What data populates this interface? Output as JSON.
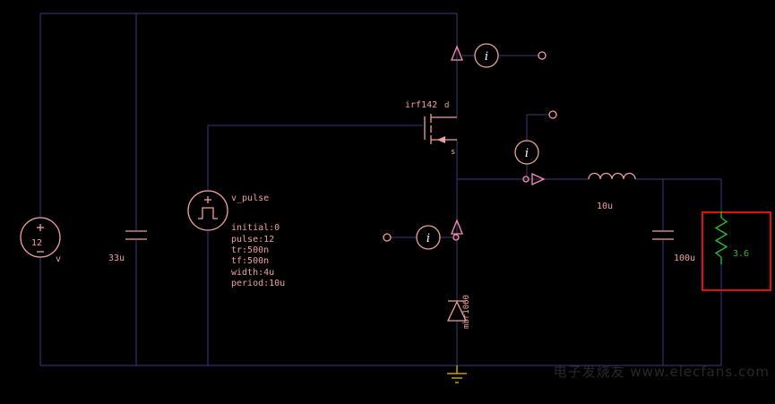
{
  "colors": {
    "background": "#000000",
    "wire": "#3a3a80",
    "symbol": "#f0a0a0",
    "probe_arrow": "#ff8fae",
    "resistor_green": "#2db82d",
    "ground_yellow": "#c8a000",
    "selection_red": "#e01010"
  },
  "components": {
    "source_v": {
      "label": "v",
      "value": "12"
    },
    "input_cap": {
      "value": "33u"
    },
    "pulse_source": {
      "label": "v_pulse",
      "params": [
        "initial:0",
        "pulse:12",
        "tr:500n",
        "tf:500n",
        "width:4u",
        "period:10u"
      ]
    },
    "mosfet": {
      "label": "irf142",
      "pin_d": "d",
      "pin_s": "s"
    },
    "diode": {
      "label": "mbr1060"
    },
    "inductor": {
      "value": "10u"
    },
    "output_cap": {
      "value": "100u"
    },
    "load_resistor": {
      "value": "3.6"
    },
    "probes": [
      "i",
      "i",
      "i"
    ]
  },
  "watermark": "电子发烧友 www.elecfans.com"
}
